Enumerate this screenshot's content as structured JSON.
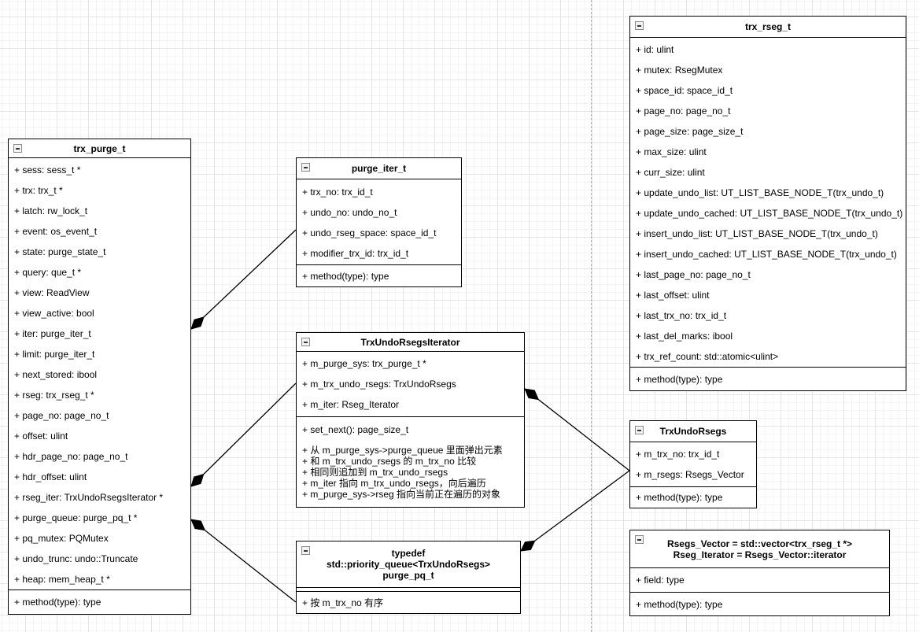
{
  "canvas": {
    "guide_color": "#b4b4b4",
    "edge_color": "#000000",
    "box_fill": "#ffffff"
  },
  "icons": {
    "collapse": "minus-box"
  },
  "boxes": {
    "trx_purge": {
      "title": "trx_purge_t",
      "fields": [
        "+ sess: sess_t *",
        "+ trx: trx_t *",
        "+ latch: rw_lock_t",
        "+ event: os_event_t",
        "+ state: purge_state_t",
        "+ query: que_t *",
        "+ view: ReadView",
        "+ view_active: bool",
        "+ iter: purge_iter_t",
        "+ limit: purge_iter_t",
        "+ next_stored: ibool",
        "+ rseg: trx_rseg_t *",
        "+ page_no: page_no_t",
        "+ offset: ulint",
        "+ hdr_page_no: page_no_t",
        "+ hdr_offset: ulint",
        "+ rseg_iter: TrxUndoRsegsIterator *",
        "+ purge_queue: purge_pq_t *",
        "+ pq_mutex: PQMutex",
        "+ undo_trunc: undo::Truncate",
        "+ heap: mem_heap_t *"
      ],
      "methods": [
        "+ method(type): type"
      ]
    },
    "purge_iter": {
      "title": "purge_iter_t",
      "fields": [
        "+ trx_no: trx_id_t",
        "+ undo_no: undo_no_t",
        "+ undo_rseg_space: space_id_t",
        "+ modifier_trx_id: trx_id_t"
      ],
      "methods": [
        "+ method(type): type"
      ]
    },
    "rsegs_iterator": {
      "title": "TrxUndoRsegsIterator",
      "fields": [
        "+ m_purge_sys: trx_purge_t *",
        "+ m_trx_undo_rsegs: TrxUndoRsegs",
        "+ m_iter: Rseg_Iterator"
      ],
      "methods": [
        "+ set_next(): page_size_t"
      ],
      "notes": [
        "+ 从 m_purge_sys->purge_queue 里面弹出元素",
        "+ 和 m_trx_undo_rsegs 的 m_trx_no 比较",
        "+ 相同则追加到 m_trx_undo_rsegs",
        "+ m_iter 指向 m_trx_undo_rsegs，向后遍历",
        "+ m_purge_sys->rseg 指向当前正在遍历的对象"
      ]
    },
    "purge_pq": {
      "title_lines": [
        "typedef",
        "std::priority_queue<TrxUndoRsegs>",
        "purge_pq_t"
      ],
      "notes": [
        "+ 按 m_trx_no 有序"
      ]
    },
    "trx_rseg": {
      "title": "trx_rseg_t",
      "fields": [
        "+ id: ulint",
        "+ mutex: RsegMutex",
        "+ space_id: space_id_t",
        "+ page_no: page_no_t",
        "+ page_size: page_size_t",
        "+ max_size: ulint",
        "+ curr_size: ulint",
        "+ update_undo_list: UT_LIST_BASE_NODE_T(trx_undo_t)",
        "+ update_undo_cached: UT_LIST_BASE_NODE_T(trx_undo_t)",
        "+ insert_undo_list: UT_LIST_BASE_NODE_T(trx_undo_t)",
        "+ insert_undo_cached: UT_LIST_BASE_NODE_T(trx_undo_t)",
        "+ last_page_no: page_no_t",
        "+ last_offset: ulint",
        "+ last_trx_no: trx_id_t",
        "+ last_del_marks: ibool",
        "+ trx_ref_count: std::atomic<ulint>"
      ],
      "methods": [
        "+ method(type): type"
      ]
    },
    "trx_undo_rsegs": {
      "title": "TrxUndoRsegs",
      "fields": [
        "+ m_trx_no: trx_id_t",
        "+ m_rsegs: Rsegs_Vector"
      ],
      "methods": [
        "+ method(type): type"
      ]
    },
    "rsegs_vector": {
      "title_lines": [
        "Rsegs_Vector = std::vector<trx_rseg_t *>",
        "Rseg_Iterator = Rsegs_Vector::iterator"
      ],
      "fields": [
        "+ field: type"
      ],
      "methods": [
        "+ method(type): type"
      ]
    }
  },
  "relationships": [
    {
      "from": "trx_purge_t",
      "to": "purge_iter_t",
      "type": "composition"
    },
    {
      "from": "trx_purge_t",
      "to": "TrxUndoRsegsIterator",
      "type": "composition"
    },
    {
      "from": "trx_purge_t",
      "to": "purge_pq_t",
      "type": "composition"
    },
    {
      "from": "TrxUndoRsegsIterator",
      "to": "TrxUndoRsegs",
      "type": "composition"
    },
    {
      "from": "purge_pq_t",
      "to": "TrxUndoRsegs",
      "type": "composition"
    }
  ]
}
